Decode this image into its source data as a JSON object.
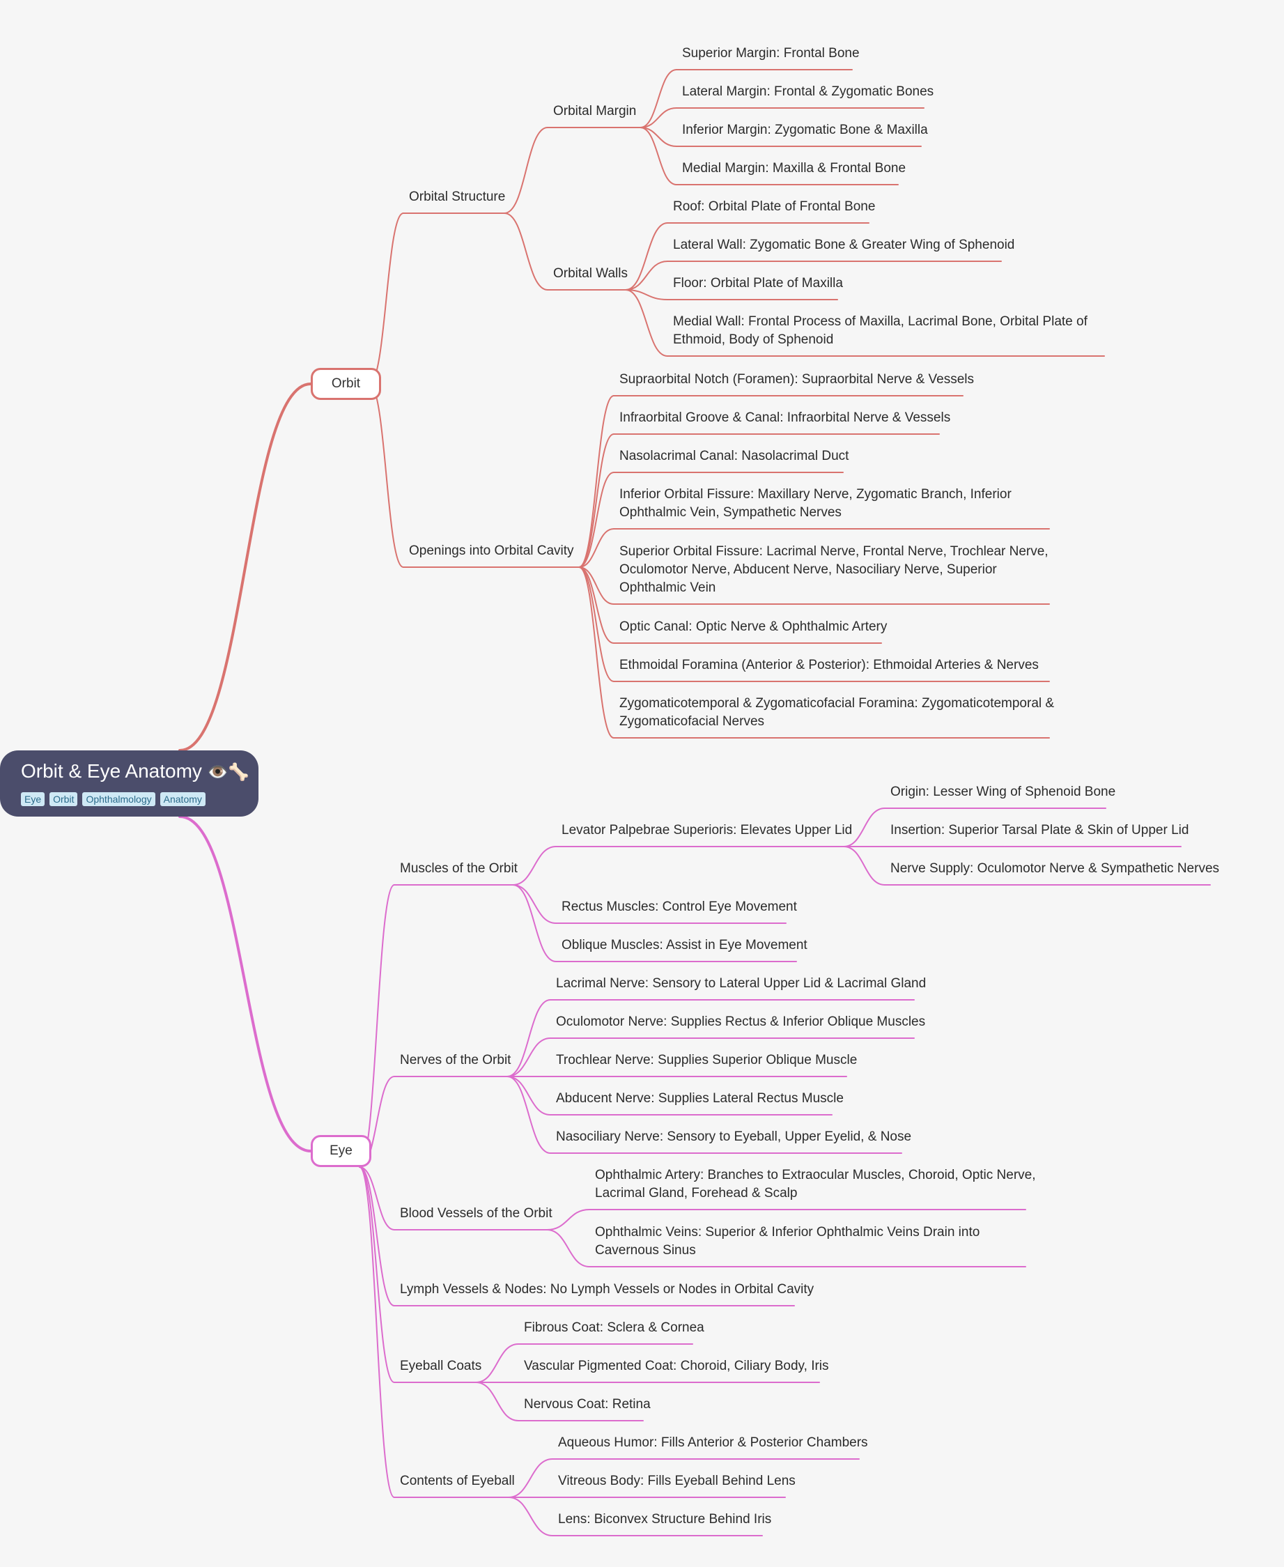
{
  "root": {
    "title": "Orbit & Eye Anatomy",
    "emoji": "👁️🦴",
    "tags": [
      "Eye",
      "Orbit",
      "Ophthalmology",
      "Anatomy"
    ]
  },
  "colors": {
    "orbit": "#d9736f",
    "eye": "#dc6ccd",
    "root_bg": "#4b4d6b"
  },
  "branches": {
    "orbit": {
      "label": "Orbit",
      "orbital_structure": {
        "label": "Orbital Structure",
        "orbital_margin": {
          "label": "Orbital Margin",
          "items": [
            "Superior Margin: Frontal Bone",
            "Lateral Margin: Frontal & Zygomatic Bones",
            "Inferior Margin: Zygomatic Bone & Maxilla",
            "Medial Margin: Maxilla & Frontal Bone"
          ]
        },
        "orbital_walls": {
          "label": "Orbital Walls",
          "items": [
            "Roof: Orbital Plate of Frontal Bone",
            "Lateral Wall: Zygomatic Bone & Greater Wing of Sphenoid",
            "Floor: Orbital Plate of Maxilla",
            "Medial Wall: Frontal Process of Maxilla, Lacrimal Bone, Orbital Plate of\nEthmoid, Body of Sphenoid"
          ]
        }
      },
      "openings": {
        "label": "Openings into Orbital Cavity",
        "items": [
          "Supraorbital Notch (Foramen): Supraorbital Nerve & Vessels",
          "Infraorbital Groove & Canal: Infraorbital Nerve & Vessels",
          "Nasolacrimal Canal: Nasolacrimal Duct",
          "Inferior Orbital Fissure: Maxillary Nerve, Zygomatic Branch, Inferior\nOphthalmic Vein, Sympathetic Nerves",
          "Superior Orbital Fissure: Lacrimal Nerve, Frontal Nerve, Trochlear Nerve,\nOculomotor Nerve, Abducent Nerve, Nasociliary Nerve, Superior\nOphthalmic Vein",
          "Optic Canal: Optic Nerve & Ophthalmic Artery",
          "Ethmoidal Foramina (Anterior & Posterior): Ethmoidal Arteries & Nerves",
          "Zygomaticotemporal & Zygomaticofacial Foramina: Zygomaticotemporal &\nZygomaticofacial Nerves"
        ]
      }
    },
    "eye": {
      "label": "Eye",
      "muscles": {
        "label": "Muscles of the Orbit",
        "levator": {
          "label": "Levator Palpebrae Superioris: Elevates Upper Lid",
          "items": [
            "Origin: Lesser Wing of Sphenoid Bone",
            "Insertion: Superior Tarsal Plate & Skin of Upper Lid",
            "Nerve Supply: Oculomotor Nerve & Sympathetic Nerves"
          ]
        },
        "items": [
          "Rectus Muscles: Control Eye Movement",
          "Oblique Muscles: Assist in Eye Movement"
        ]
      },
      "nerves": {
        "label": "Nerves of the Orbit",
        "items": [
          "Lacrimal Nerve: Sensory to Lateral Upper Lid & Lacrimal Gland",
          "Oculomotor Nerve: Supplies Rectus & Inferior Oblique Muscles",
          "Trochlear Nerve: Supplies Superior Oblique Muscle",
          "Abducent Nerve: Supplies Lateral Rectus Muscle",
          "Nasociliary Nerve: Sensory to Eyeball, Upper Eyelid, & Nose"
        ]
      },
      "vessels": {
        "label": "Blood Vessels of the Orbit",
        "items": [
          "Ophthalmic Artery: Branches to Extraocular Muscles, Choroid, Optic Nerve,\nLacrimal Gland, Forehead & Scalp",
          "Ophthalmic Veins: Superior & Inferior Ophthalmic Veins Drain into\nCavernous Sinus"
        ]
      },
      "lymph": {
        "label": "Lymph Vessels & Nodes: No Lymph Vessels or Nodes in Orbital Cavity"
      },
      "coats": {
        "label": "Eyeball Coats",
        "items": [
          "Fibrous Coat: Sclera & Cornea",
          "Vascular Pigmented Coat: Choroid, Ciliary Body, Iris",
          "Nervous Coat: Retina"
        ]
      },
      "contents": {
        "label": "Contents of Eyeball",
        "items": [
          "Aqueous Humor: Fills Anterior & Posterior Chambers",
          "Vitreous Body: Fills Eyeball Behind Lens",
          "Lens: Biconvex Structure Behind Iris"
        ]
      }
    }
  }
}
